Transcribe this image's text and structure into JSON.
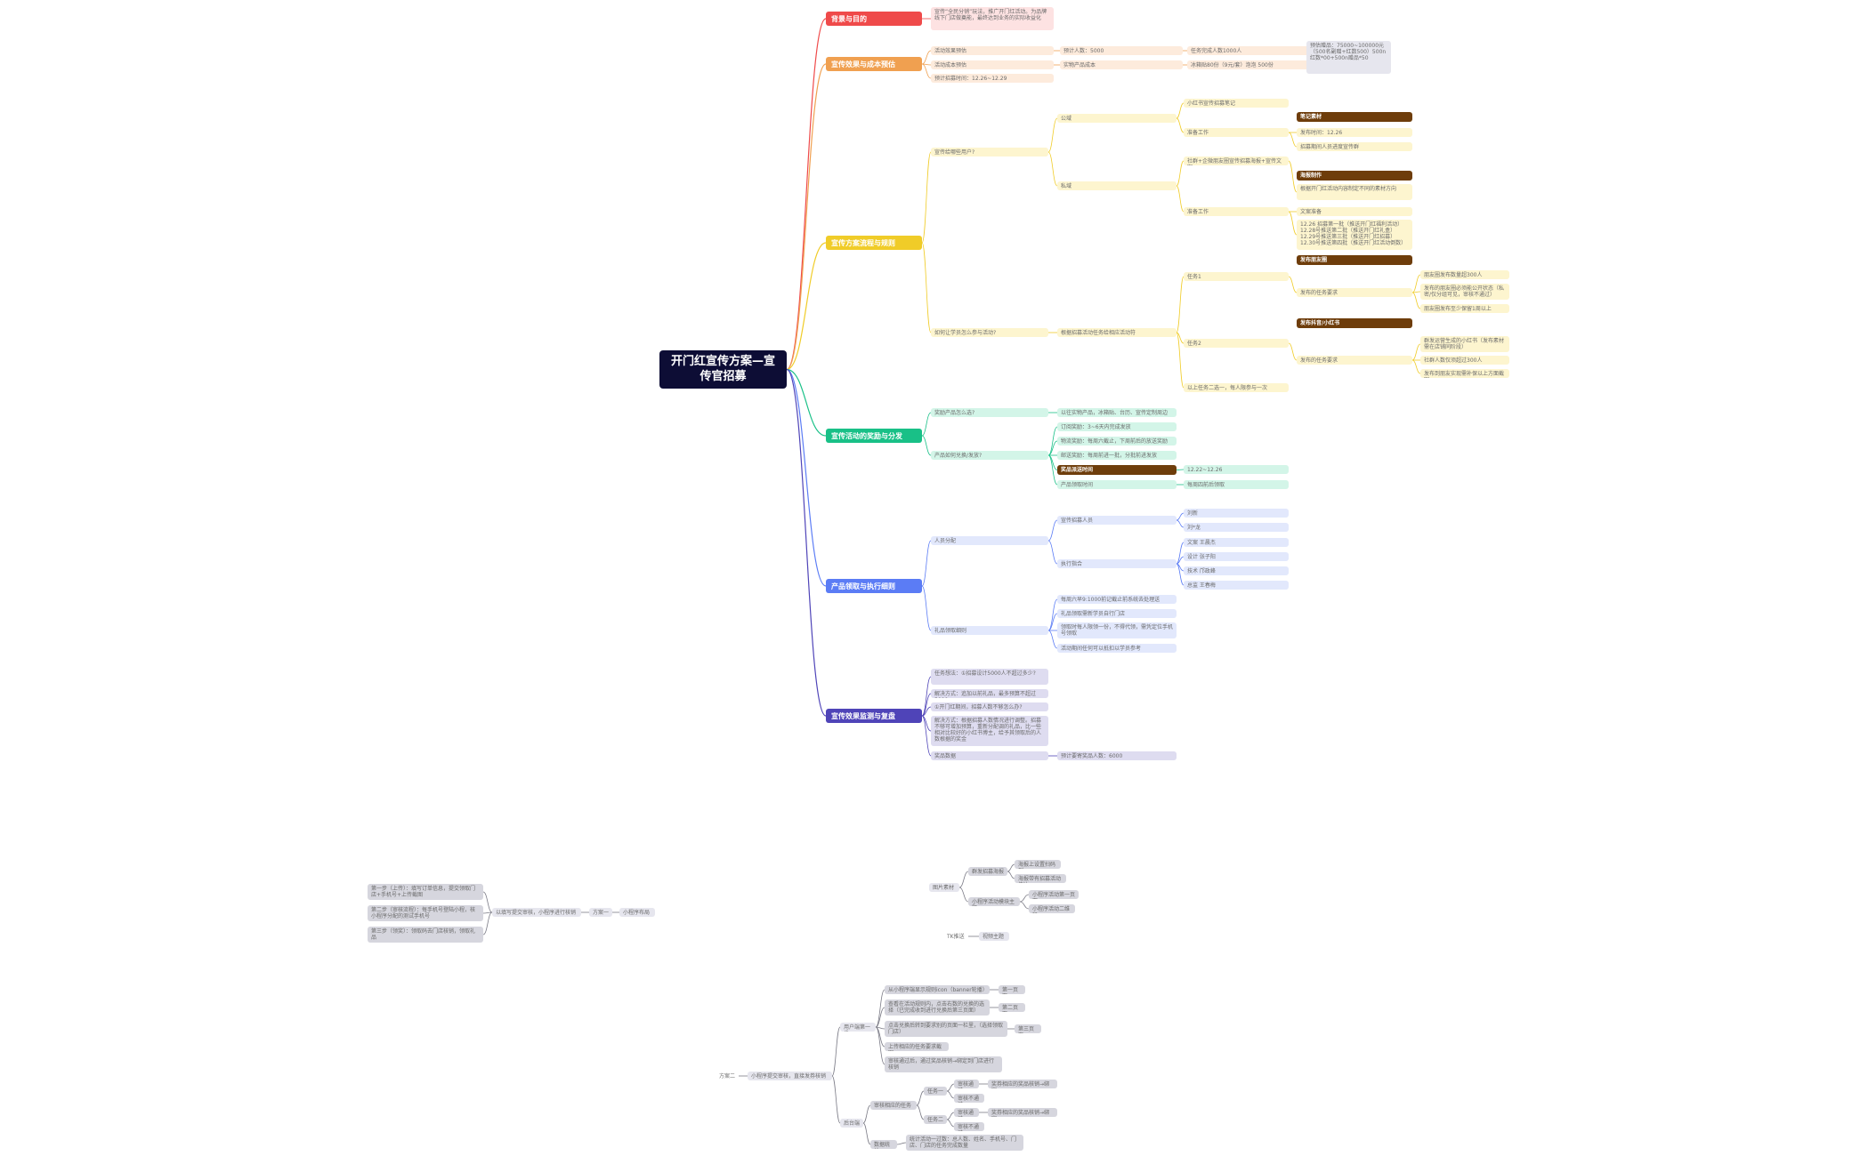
{
  "colors": {
    "root": "#0d0d35",
    "red": "#ef4a4a",
    "red_light": "#fde2e2",
    "orange": "#f0a050",
    "orange_light": "#fdebdc",
    "yellow": "#f0cc28",
    "yellow_light": "#fdf5cf",
    "green": "#19c087",
    "green_light": "#d3f5e8",
    "blue": "#5b7cf5",
    "blue_light": "#e2e8fc",
    "indigo": "#4f44b8",
    "indigo_light": "#dedcf0",
    "brown": "#6e3d0b"
  },
  "root": {
    "label": "开门红宣传方案—宣传官招募"
  },
  "branches": {
    "b1": {
      "label": "背景与目的",
      "n1": "宣传“全民分销”玩法，推广开门红活动。为品牌线下门店做奠能，最终达到业务的实际收益化"
    },
    "b2": {
      "label": "宣传效果与成本预估",
      "r1": {
        "a": "活动效果预估",
        "b": "预计人数：5000",
        "c": "任务完成人数1000人"
      },
      "r2": {
        "a": "活动成本预估",
        "b": "实物产品成本",
        "c": "冰箱贴80份（9元/套）泡泡 500份"
      },
      "r3": {
        "a": "预计招募时间：12.26~12.29"
      },
      "note": "预估赠品：75000~100000元（500名副赠+红数500）500n红数*00+500n赠品*50"
    },
    "b3": {
      "label": "宣传方案流程与规则",
      "q1": "宣传给哪些用户?",
      "pub": "公域",
      "pub_a": "小红书宣传招募笔记",
      "pub_b": "准备工作",
      "tag_note": "笔记素材",
      "pub_b1": "发布时间：12.26",
      "pub_b2": "招募期间人员进度宣传群",
      "pri": "私域",
      "pri_a": "社群+企微朋友圈宣传招募海报+宣传文案",
      "tag_poster": "海报制作",
      "pri_a1": "根据开门红活动内容制定不同的素材方向",
      "pri_b": "准备工作",
      "pri_b1": "文案准备",
      "pri_b2": "12.26 招募第一批（推送开门红福利活动）12.28号推送第二批（推送开门红礼盒）12.29号推送第三批（推送开门红招募）12.30号推送第四批（推送开门红活动倒数）",
      "q2": "如何让学员怎么参与活动?",
      "q2a": "根据招募活动任务给相应活动符",
      "t1": "任务1",
      "tag_moment": "发布朋友圈",
      "t1a": "发布的任务要求",
      "t1a1": "朋友圈发布数量超300人",
      "t1a2": "发布的朋友圈必须能公开状态（私密/仅分组可见，审核不通过）",
      "t1a3": "朋友圈发布至少保留1周以上",
      "t2": "任务2",
      "tag_sns": "发布抖音/小红书",
      "t2a": "发布的任务要求",
      "t2a1": "群发运营生成的小红书（发布素材需在店铺同阶段）",
      "t2a2": "社群人数仅须超过300人",
      "t2a3": "发布到朋友实现需补保以上方面截图",
      "t3": "以上任务二选一，每人限参与一次"
    },
    "b4": {
      "label": "宣传活动的奖励与分发",
      "q1": "奖励产品怎么选?",
      "q1a": "以往实物产品，冰箱贴、台历、宣传定制周边",
      "q2": "产品如何兑换/发放?",
      "q2a": "订阅奖励：3~6天内完成发放",
      "q2b": "物流奖励：每周六截止，下周前后的放送奖励",
      "q2c": "邮送奖励：每周前进一批，分批前进发放",
      "tag_time": "奖品派送时间",
      "time_v": "12.22~12.26",
      "q2d": "产品领取时间",
      "q2d_v": "每周四前后领取"
    },
    "b5": {
      "label": "产品领取与执行细则",
      "staff": "人员分配",
      "staff_a": "宣传招募人员",
      "staff_a1": "刘新",
      "staff_a2": "刘*龙",
      "staff_b": "执行指合",
      "staff_b1": "文案 王晨杰",
      "staff_b2": "设计 张子阳",
      "staff_b3": "技术 邝政峰",
      "staff_b4": "总监 王春梅",
      "rule": "礼品领取细则",
      "rule1": "每周六早9:1000前记截止前系统去处理送",
      "rule2": "礼品领取需新学员自行门店",
      "rule3": "领取时每人限领一份，不得代领，需凭定位手机号领取",
      "rule4": "活动期间任何可以抵扣以学员参考"
    },
    "b6": {
      "label": "宣传效果监测与复盘",
      "m1": "任务想法：①招募设计5000人不超过多少?",
      "m2": "解决方式：追加以前礼品，最多预算不超过5000",
      "m3": "①开门红期间，招募人数不够怎么办?",
      "m4": "解决方式：根据招募人数情况进行调整。招募不够可增加预算，重新分配调的礼品，比一些相对比较好的小红书博主，给予其领取后的人数根据的奖金",
      "m5": "奖品数据",
      "m5a": "预计要寄奖品人数：6000"
    }
  },
  "lower": {
    "g1": {
      "s1": "第一步（上传）：填写订单信息，提交领取门店+手机号+上传截图",
      "s2": "第二步（审核流程）：每手机号登陆小程，核小程序分配的测试手机号",
      "s3": "第三步（领奖）：领取码去门店核销，领取礼品",
      "mid": "以填写提交审核，小程序进行核销",
      "p1": "方案一",
      "end": "小程序布局"
    },
    "g2": {
      "root": "图片素材",
      "a": "群发招募海报",
      "a1": "海报上设置扫码到",
      "a2": "海报带有招募活动传达",
      "b": "小程序活动模块主题",
      "b1": "小程序活动第一页面",
      "b2": "小程序活动二维码"
    },
    "g3": {
      "a": "TK推送",
      "b": "视频主题"
    },
    "g4": {
      "p2": "方案二",
      "mid": "小程序提交审核，直接发券核销",
      "front": "用户端第一步",
      "f1": "从小程序端显示规则icon（banner轮播）",
      "f1r": "第一页面",
      "f2": "查看在活动规则内，点击右数的兑换的选择（已完成收到进行兑换后第三页面）",
      "f2r": "第二页面",
      "f3": "点击兑换后转到要求别的页面一栏里，（选择领取门店）",
      "f3r": "第三页面",
      "f4": "上传相应的任务要求截图",
      "f5": "审核通过后，通过奖品核销→绑定到门店进行核销",
      "back": "后台端",
      "bk1": "审核相应的任务",
      "bk1a": "任务一",
      "bk1a1": "审核通过",
      "bk1a1r": "奖券相应的奖品核销→绑定",
      "bk1a2": "审核不通过",
      "bk1b": "任务二",
      "bk1b1": "审核通过",
      "bk1b1r": "奖券相应的奖品核销→绑定",
      "bk1b2": "审核不通过",
      "bk2": "数据统计",
      "bk2a": "统计活动一过数：总人数、姓名、手机号、门店、门店的任务完成数量"
    }
  }
}
